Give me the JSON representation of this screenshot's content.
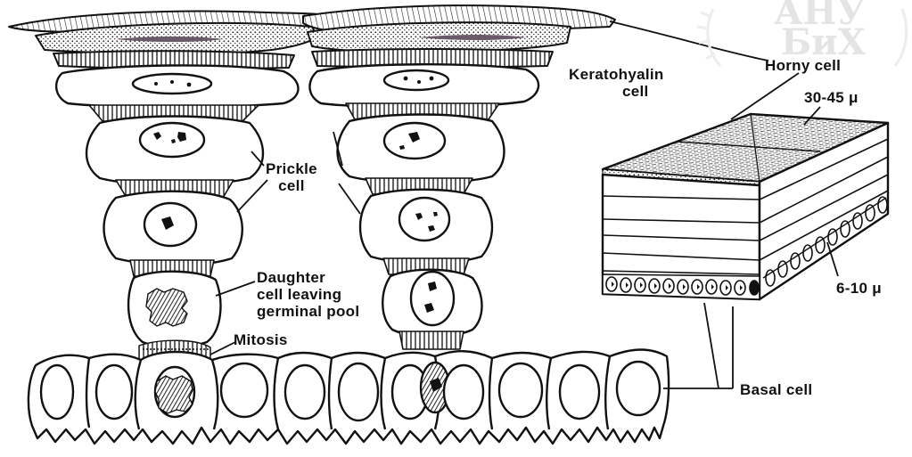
{
  "labels": {
    "keratohyalin_cell": [
      "Keratohyalin",
      "cell"
    ],
    "horny_cell": "Horny cell",
    "thickness_top": "30-45 μ",
    "prickle_cell": [
      "Prickle",
      "cell"
    ],
    "daughter_cell": [
      "Daughter",
      "cell leaving",
      "germinal pool"
    ],
    "mitosis": "Mitosis",
    "thickness_side": "6-10 μ",
    "basal_cell": "Basal cell"
  },
  "watermark": [
    "АНУ",
    "БиХ"
  ]
}
